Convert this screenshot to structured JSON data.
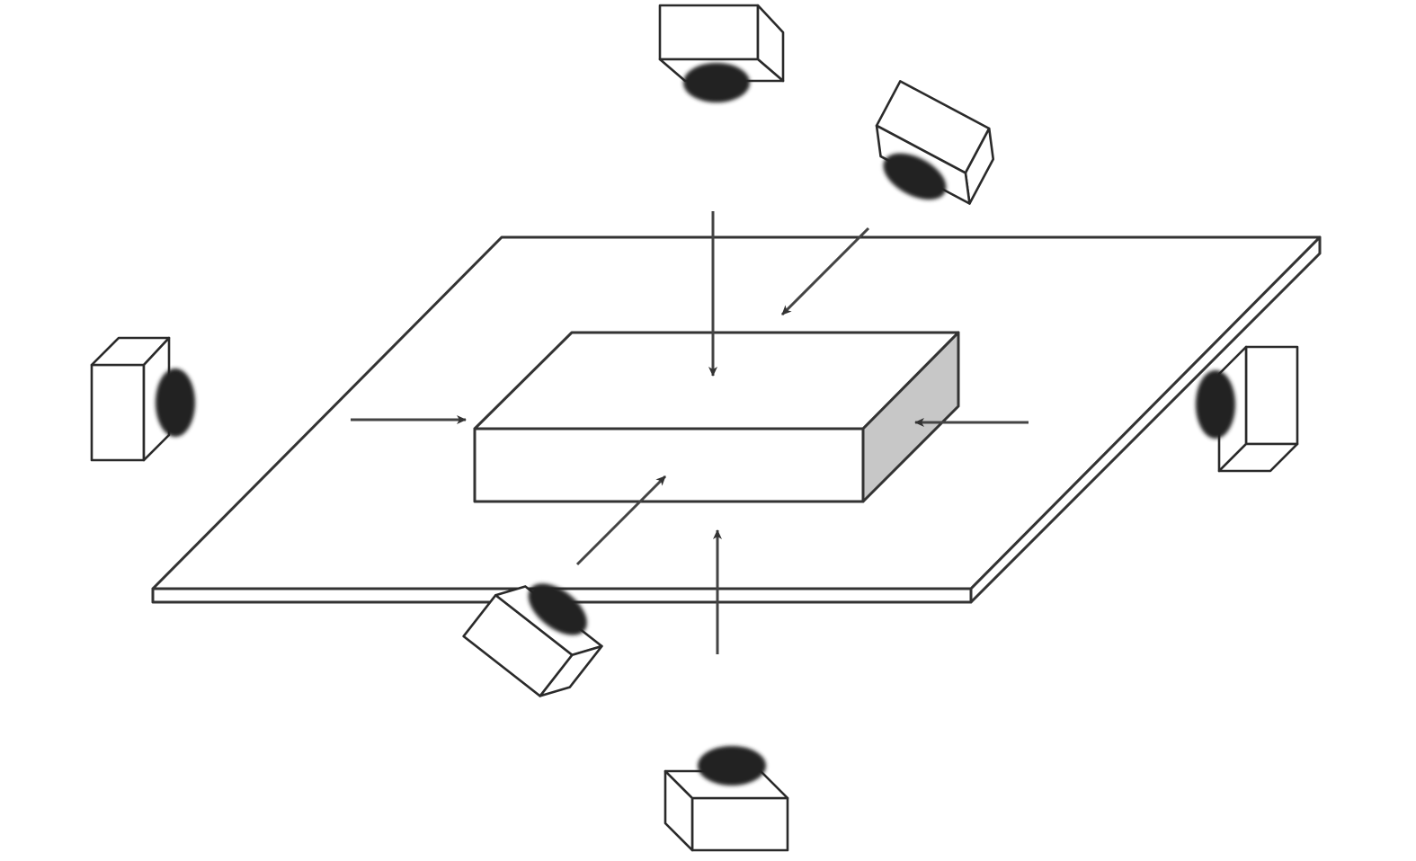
{
  "diagram": {
    "platform": {
      "fill": "#ffffff"
    },
    "object": {
      "top_fill": "#ffffff",
      "front_fill": "#ffffff",
      "side_fill": "#c7c7c7"
    },
    "stroke_color": "#333333",
    "lens_color": "#222222",
    "cameras": [
      {
        "id": "top",
        "orientation": "down"
      },
      {
        "id": "top-right",
        "orientation": "down-left"
      },
      {
        "id": "left",
        "orientation": "right"
      },
      {
        "id": "right",
        "orientation": "left"
      },
      {
        "id": "bottom-left",
        "orientation": "up-right"
      },
      {
        "id": "bottom",
        "orientation": "up"
      }
    ],
    "camera_count": 6
  }
}
